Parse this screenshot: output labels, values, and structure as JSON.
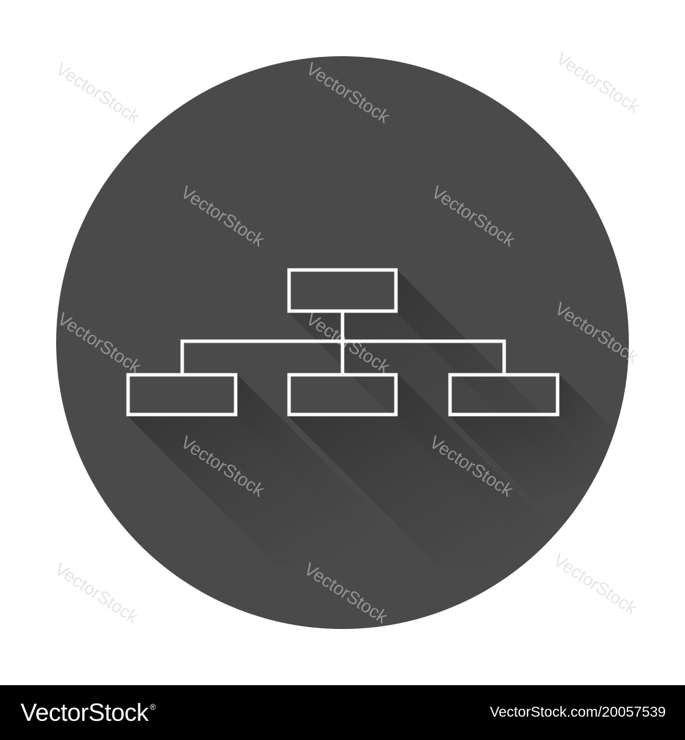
{
  "colors": {
    "background": "#ffffff",
    "circle": "#4a4a4a",
    "shadow": "#2b2b2b",
    "icon_stroke": "#ffffff",
    "footer": "#000000"
  },
  "icon": {
    "name": "hierarchy-org-chart-icon",
    "style": "white outline boxes with long shadow on dark grey circle"
  },
  "watermark": {
    "text": "VectorStock"
  },
  "footer": {
    "brand": "VectorStock",
    "registered_mark": "®",
    "image_id_text": "VectorStock.com/20057539"
  }
}
